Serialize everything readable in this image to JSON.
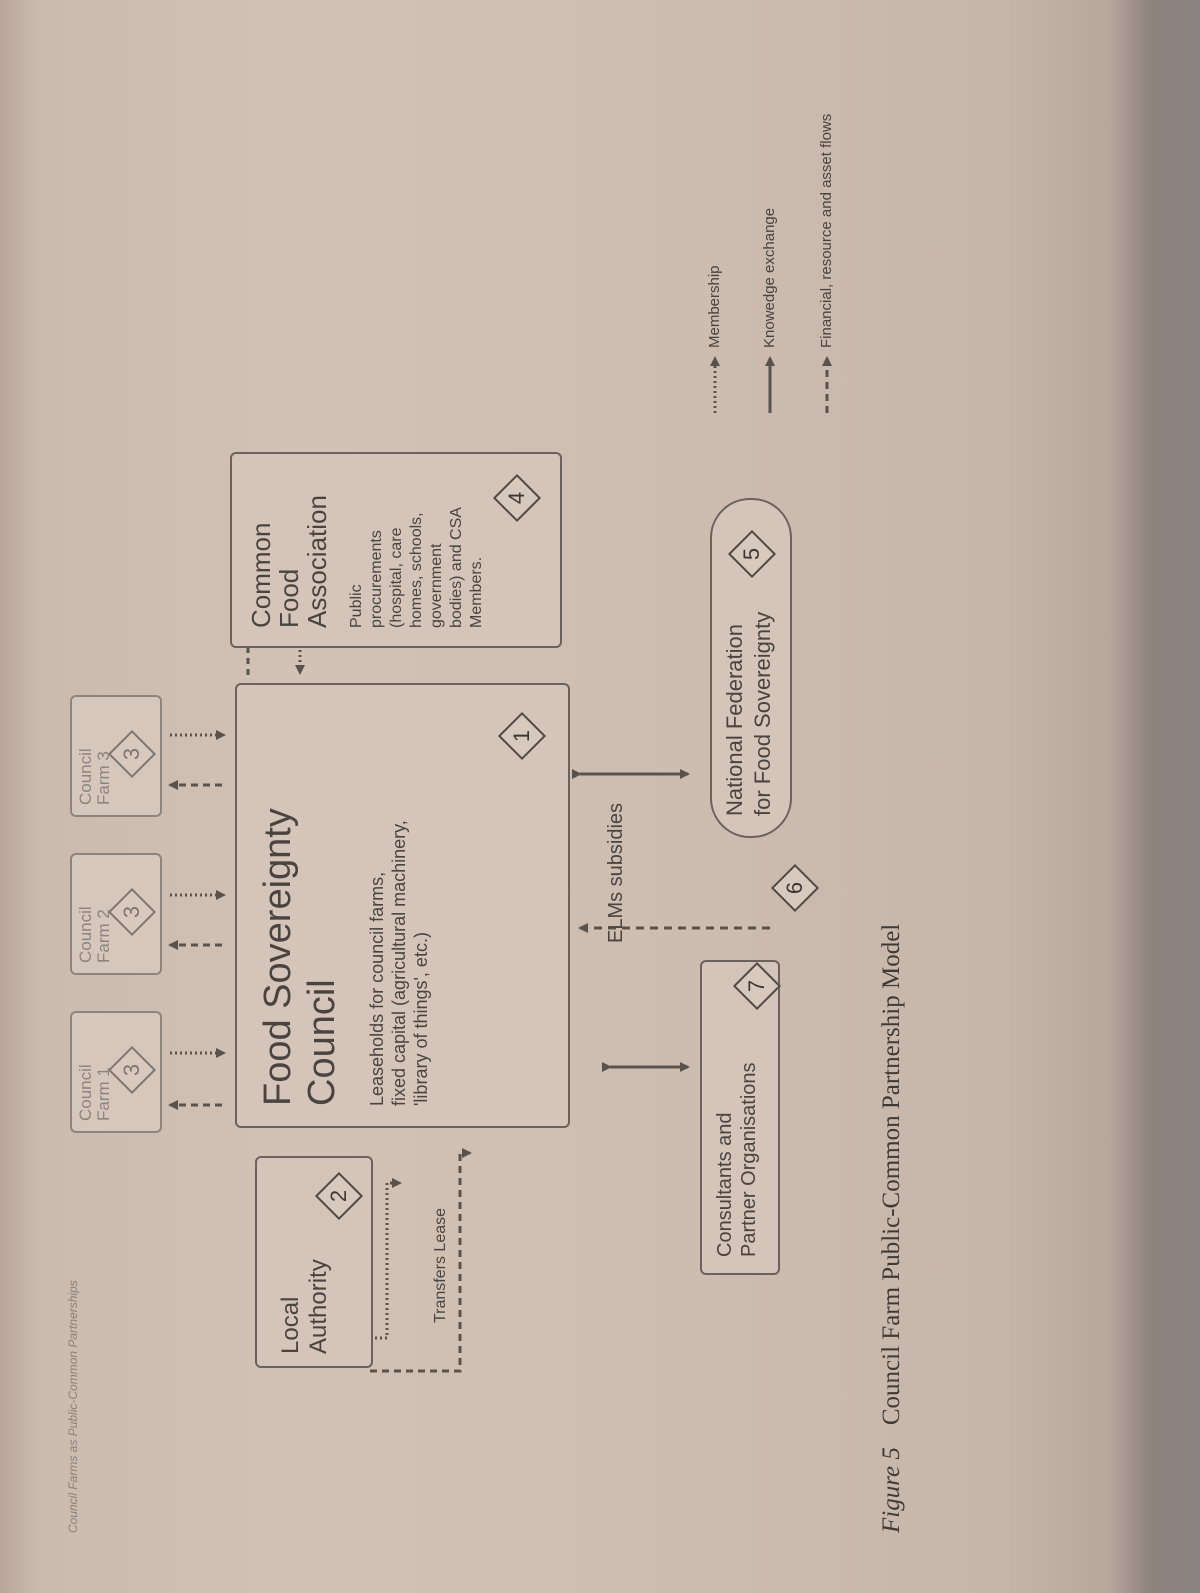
{
  "running_header": "Council Farms as Public-Common Partnerships",
  "diagram": {
    "nodes": {
      "food_sovereignty_council": {
        "title_line1": "Food Sovereignty",
        "title_line2": "Council",
        "desc_line1": "Leaseholds for council farms,",
        "desc_line2": "fixed capital (agricultural machinery,",
        "desc_line3": "'library of things', etc.)",
        "badge": "1"
      },
      "local_authority": {
        "line1": "Local",
        "line2": "Authority",
        "badge": "2"
      },
      "council_farm_1": {
        "line1": "Council",
        "line2": "Farm 1",
        "badge": "3"
      },
      "council_farm_2": {
        "line1": "Council",
        "line2": "Farm 2",
        "badge": "3"
      },
      "council_farm_3": {
        "line1": "Council",
        "line2": "Farm 3",
        "badge": "3"
      },
      "common_food_association": {
        "line1": "Common",
        "line2": "Food",
        "line3": "Association",
        "desc_line1": "Public",
        "desc_line2": "procurements",
        "desc_line3": "(hospital, care",
        "desc_line4": "homes, schools,",
        "desc_line5": "government",
        "desc_line6": "bodies) and CSA",
        "desc_line7": "Members.",
        "badge": "4"
      },
      "national_federation": {
        "line1": "National Federation",
        "line2": "for Food Sovereignty",
        "badge": "5"
      },
      "consultants": {
        "line1": "Consultants and",
        "line2": "Partner Organisations",
        "badge": "7"
      }
    },
    "edge_labels": {
      "transfers_lease": "Transfers Lease",
      "elms_subsidies": "ELMs subsidies",
      "elms_badge": "6"
    },
    "legend": {
      "membership": "Membership",
      "knowledge_exchange": "Knowedge exchange",
      "financial_flows": "Financial, resource and asset flows"
    },
    "caption": {
      "label": "Figure 5",
      "text": "Council Farm Public-Common Partnership Model"
    }
  }
}
